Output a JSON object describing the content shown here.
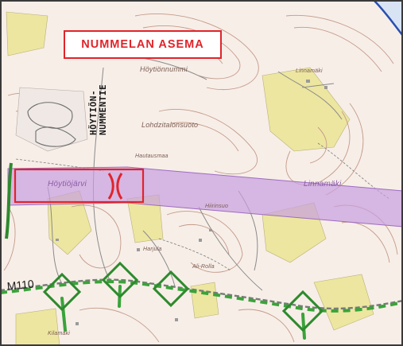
{
  "station": {
    "label": "NUMMELAN ASEMA"
  },
  "road": {
    "name_line1": "HÖYTIÖN-",
    "name_line2": "NUMMENTIE",
    "code": "M110"
  },
  "place_names": {
    "hoytionnummi": "Höytiönnummi",
    "lintumaki": "Linnamäki",
    "lohdziitalo": "Lohdzitalonsuoto",
    "bottom_left": "Kilamäki",
    "ali_rolla": "Ali-Rolla",
    "harjula": "Harjula",
    "hoytiojarvi": "Höytiöjärvi",
    "linnamaki_east": "Linnamäki",
    "hautausmaa": "Hautausmaa",
    "hiirinsuo": "Hiirinsuo"
  },
  "colors": {
    "station_red": "#e0242b",
    "corridor_purple": "#c79ee0",
    "rail_green": "#2d8a2d",
    "field_yellow": "#ede6a0",
    "contour_brown": "#c49a88",
    "water_blue": "#2a4fb0"
  },
  "icons": {
    "railway_marker": "green-diamond",
    "bridge_marker": "red-bridge"
  }
}
